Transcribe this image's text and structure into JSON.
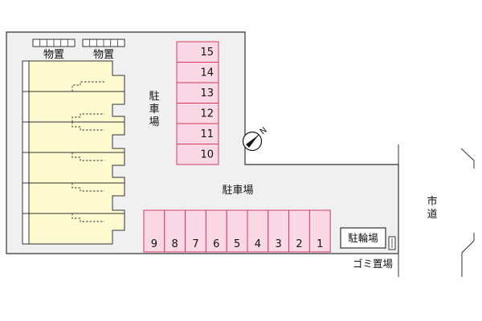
{
  "labels": {
    "storage": [
      "物置",
      "物置"
    ],
    "parking_upper": [
      "駐",
      "車",
      "場"
    ],
    "parking_main": "駐車場",
    "bicycle_parking": "駐輪場",
    "garbage": "ゴミ置場",
    "city_road": [
      "市",
      "道"
    ],
    "north": "N"
  },
  "parking_upper_stalls": [
    "15",
    "14",
    "13",
    "12",
    "11",
    "10"
  ],
  "parking_lower_stalls": [
    "9",
    "8",
    "7",
    "6",
    "5",
    "4",
    "3",
    "2",
    "1"
  ],
  "colors": {
    "lot_fill": "#f0f0f0",
    "building_fill": "#fdfad0",
    "stall_fill": "#fbd8e6",
    "stall_border": "#d23c5e",
    "line": "#333333"
  }
}
